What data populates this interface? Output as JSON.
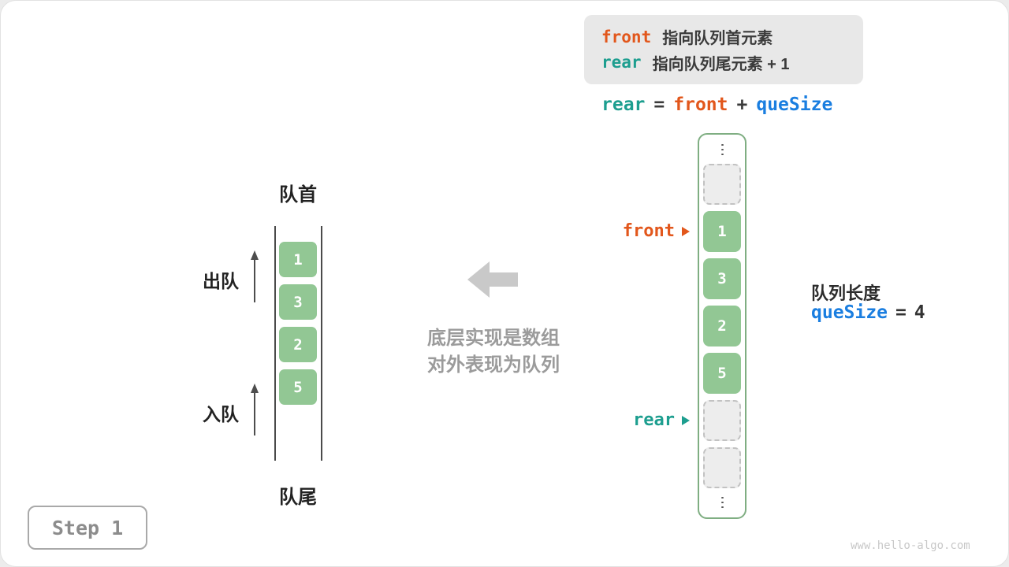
{
  "colors": {
    "front_accent": "#e2571c",
    "rear_accent": "#1d9e8f",
    "quesize_accent": "#1a7ee0",
    "cell_green": "#92c794",
    "gray_caption": "#9b9b9b"
  },
  "legend": {
    "line1": {
      "keyword": "front",
      "text": "指向队列首元素"
    },
    "line2": {
      "keyword": "rear",
      "text": "指向队列尾元素 + 1"
    }
  },
  "formula": {
    "lhs": "rear",
    "eq": "=",
    "mid": "front",
    "plus": "+",
    "rhs": "queSize"
  },
  "queue": {
    "head_label": "队首",
    "tail_label": "队尾",
    "dequeue_label": "出队",
    "enqueue_label": "入队",
    "cells": [
      "1",
      "3",
      "2",
      "5"
    ]
  },
  "center": {
    "line1": "底层实现是数组",
    "line2": "对外表现为队列"
  },
  "array": {
    "front_pointer": "front",
    "rear_pointer": "rear",
    "cells": [
      {
        "value": "",
        "state": "empty"
      },
      {
        "value": "1",
        "state": "filled"
      },
      {
        "value": "3",
        "state": "filled"
      },
      {
        "value": "2",
        "state": "filled"
      },
      {
        "value": "5",
        "state": "filled"
      },
      {
        "value": "",
        "state": "empty"
      },
      {
        "value": "",
        "state": "empty"
      }
    ]
  },
  "right": {
    "length_label": "队列长度",
    "code": "queSize",
    "equals": "=",
    "value": "4"
  },
  "footer": {
    "step": "Step 1",
    "watermark": "www.hello-algo.com"
  }
}
